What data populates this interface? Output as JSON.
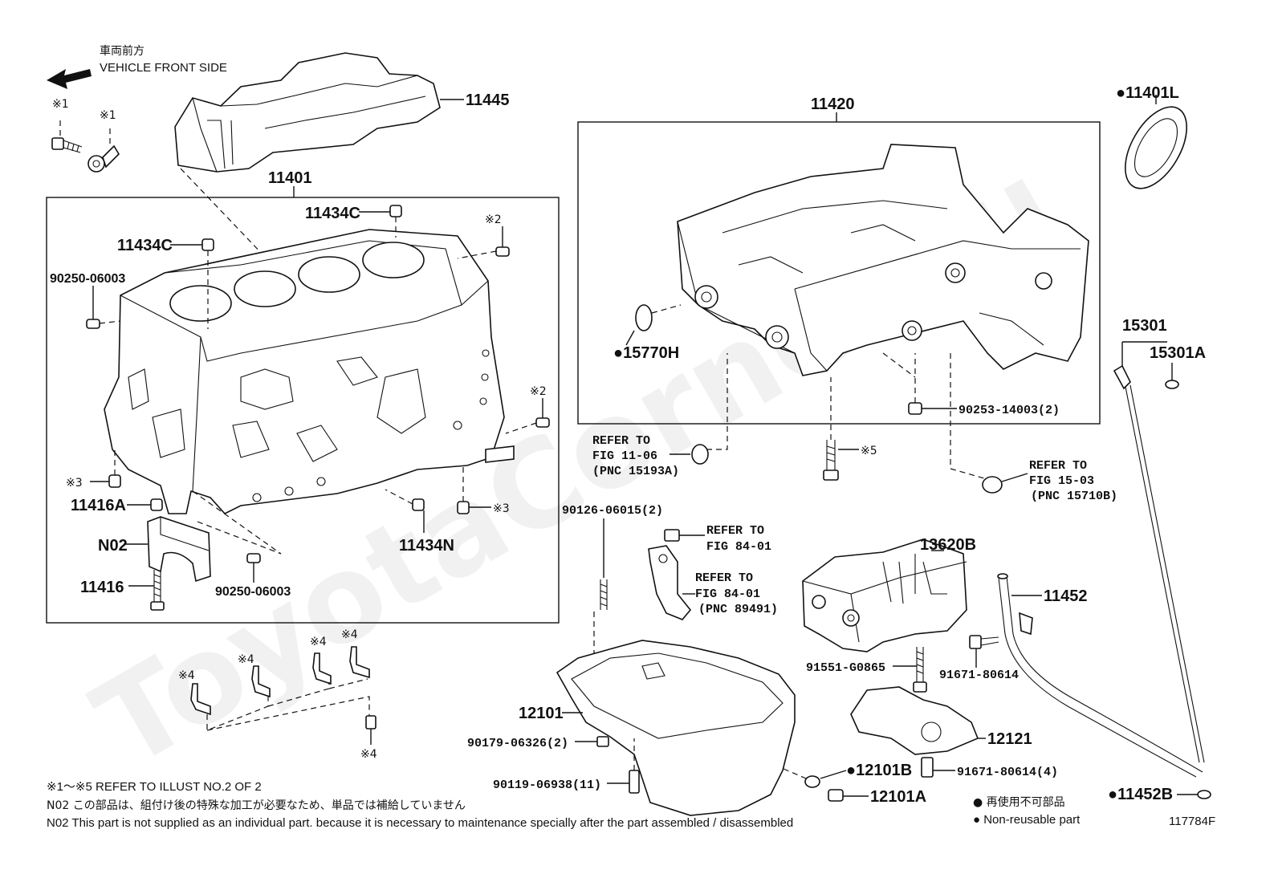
{
  "header": {
    "direction_jp": "車両前方",
    "direction_en": "VEHICLE FRONT SIDE"
  },
  "watermark": "ToyotaCorner.ru",
  "parts": {
    "p11445": "11445",
    "p11401": "11401",
    "p11420": "11420",
    "p11401L": "●11401L",
    "p11434C_a": "11434C",
    "p11434C_b": "11434C",
    "p90250_a": "90250-06003",
    "p90250_b": "90250-06003",
    "p11416A": "11416A",
    "pN02": "N02",
    "p11416": "11416",
    "p11434N": "11434N",
    "p15770H": "●15770H",
    "p90253": "90253-14003(2)",
    "p15301": "15301",
    "p15301A": "15301A",
    "p90126": "90126-06015(2)",
    "p13620B": "13620B",
    "p11452": "11452",
    "p91551": "91551-G0865",
    "p91671a": "91671-80614",
    "p12101": "12101",
    "p12121": "12121",
    "p90179": "90179-06326(2)",
    "p90119": "90119-06938(11)",
    "p12101B": "●12101B",
    "p91671b": "91671-80614(4)",
    "p12101A": "12101A",
    "p11452B": "●11452B"
  },
  "marks": {
    "m1a": "※1",
    "m1b": "※1",
    "m2a": "※2",
    "m2b": "※2",
    "m3a": "※3",
    "m3b": "※3",
    "m5": "※5",
    "m4a": "※4",
    "m4b": "※4",
    "m4c": "※4",
    "m4d": "※4",
    "m4e": "※4"
  },
  "refs": {
    "r1_l1": "REFER TO",
    "r1_l2": "FIG 11-06",
    "r1_l3": "(PNC 15193A)",
    "r2_l1": "REFER TO",
    "r2_l2": "FIG 15-03",
    "r2_l3": "(PNC 15710B)",
    "r3_l1": "REFER TO",
    "r3_l2": "FIG 84-01",
    "r4_l1": "REFER TO",
    "r4_l2": "FIG 84-01",
    "r4_l3": "(PNC 89491)"
  },
  "notes": {
    "n1": "※1～※5  REFER TO ILLUST NO.2 OF 2",
    "n2": "N02  この部品は、組付け後の特殊な加工が必要なため、単品では補給していません",
    "n3": "N02  This part is not supplied as an individual part. because it is necessary to maintenance specially after the part assembled / disassembled"
  },
  "legend": {
    "jp": "● 再使用不可部品",
    "en": "● Non-reusable part"
  },
  "illustration_id": "117784F"
}
